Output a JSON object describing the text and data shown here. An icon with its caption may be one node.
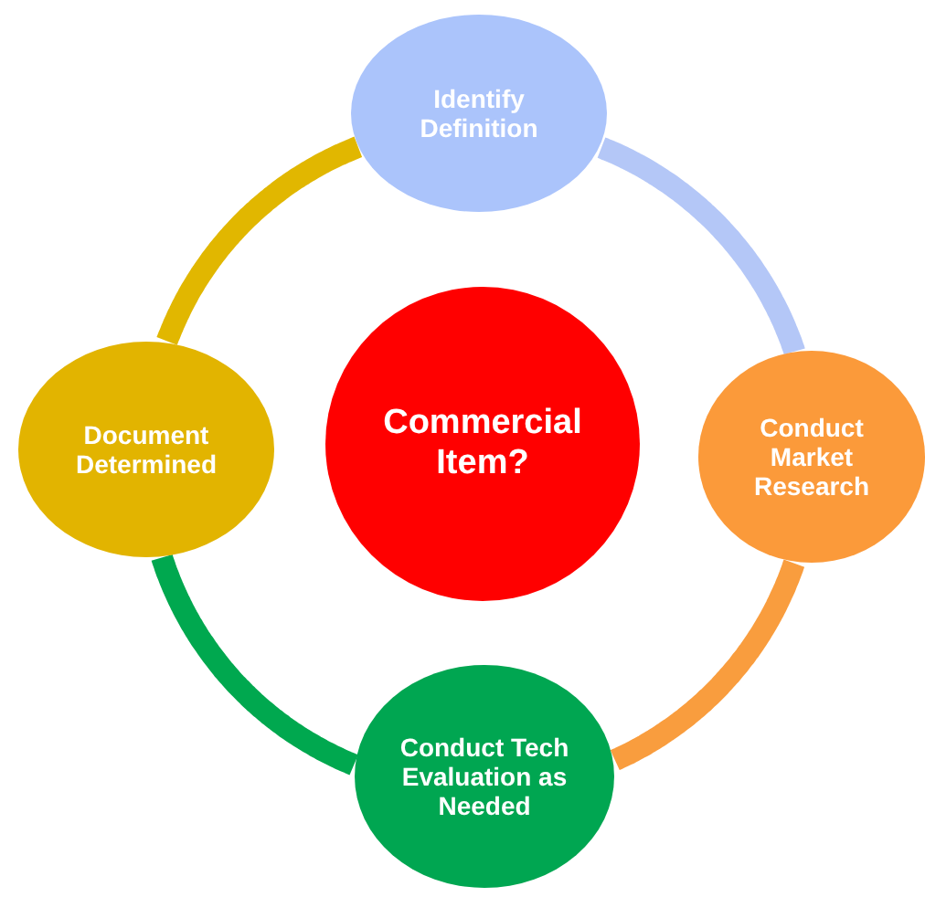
{
  "diagram": {
    "nodes": [
      {
        "text": [
          "Identify Definition"
        ]
      },
      {
        "text": [
          "Conduct Market Research"
        ]
      },
      {
        "text": [
          "Conduct Tech Evaluation as Needed"
        ]
      },
      {
        "text": [
          "Document Determined"
        ]
      },
      {
        "text": [
          "Commercial Item?"
        ]
      }
    ],
    "edges": [
      {
        "from": 0,
        "to": 1,
        "arrow": "none",
        "color": "#b4c7f7"
      },
      {
        "from": 1,
        "to": 2,
        "arrow": "none",
        "color": "#f99d3e"
      },
      {
        "from": 2,
        "to": 3,
        "arrow": "none",
        "color": "#00a84f"
      },
      {
        "from": 3,
        "to": 0,
        "arrow": "none",
        "color": "#e1b700"
      }
    ]
  }
}
